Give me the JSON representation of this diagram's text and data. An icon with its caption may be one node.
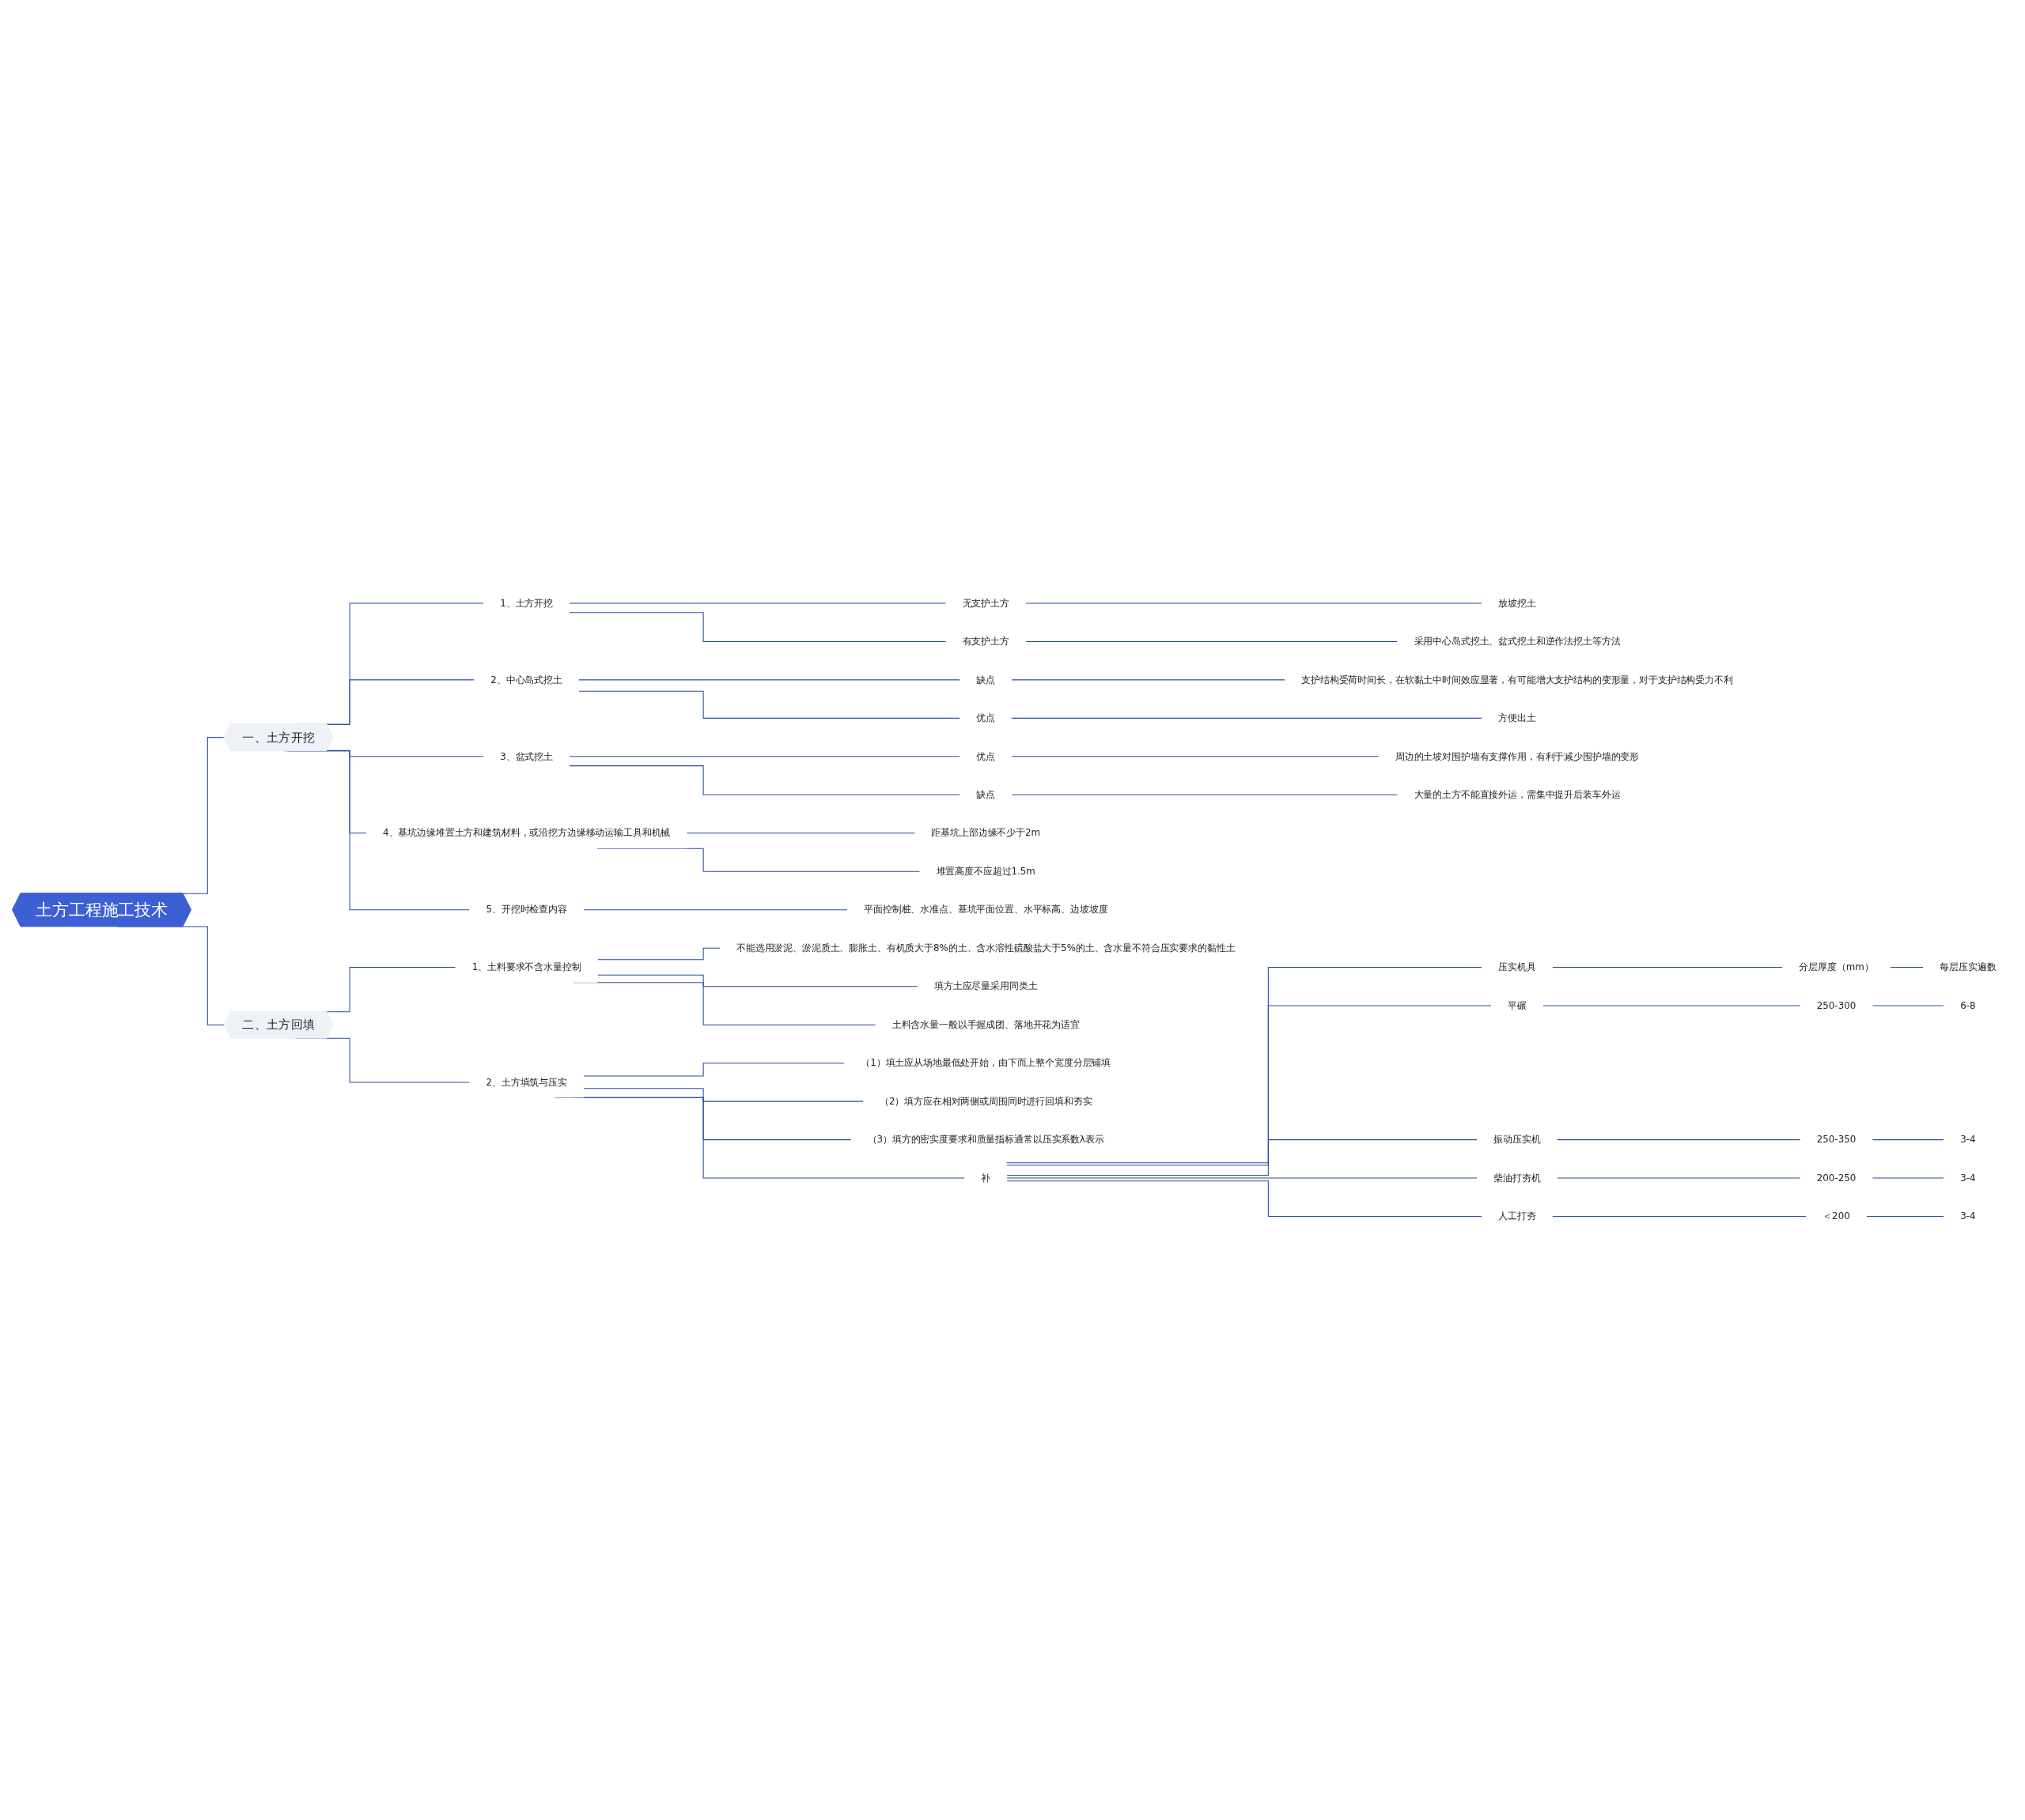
{
  "diagram": {
    "nodes": [
      {
        "text": [
          "土方工程施工技术"
        ]
      },
      {
        "text": [
          "一、土方开挖"
        ]
      },
      {
        "text": [
          "1、土方开挖"
        ]
      },
      {
        "text": [
          "无支护土方"
        ]
      },
      {
        "text": [
          "放坡挖土"
        ]
      },
      {
        "text": [
          "有支护土方"
        ]
      },
      {
        "text": [
          "采用中心岛式挖土、盆式挖土和逆作法挖土等方法"
        ]
      },
      {
        "text": [
          "2、中心岛式挖土"
        ]
      },
      {
        "text": [
          "缺点"
        ]
      },
      {
        "text": [
          "支护结构受荷时间长，在软黏土中时间效应显著，有可能增大支护结构的变形量，对于支护结构受力不利"
        ]
      },
      {
        "text": [
          "优点"
        ]
      },
      {
        "text": [
          "方便出土"
        ]
      },
      {
        "text": [
          "3、盆式挖土"
        ]
      },
      {
        "text": [
          "优点"
        ]
      },
      {
        "text": [
          "周边的土坡对围护墙有支撑作用，有利于减少围护墙的变形"
        ]
      },
      {
        "text": [
          "缺点"
        ]
      },
      {
        "text": [
          "大量的土方不能直接外运，需集中提升后装车外运"
        ]
      },
      {
        "text": [
          "4、基坑边缘堆置土方和建筑材料，或沿挖方边缘移动运输工具和机械"
        ]
      },
      {
        "text": [
          "距基坑上部边缘不少于2m"
        ]
      },
      {
        "text": [
          "堆置高度不应超过1.5m"
        ]
      },
      {
        "text": [
          "5、开挖时检查内容"
        ]
      },
      {
        "text": [
          "平面控制桩、水准点、基坑平面位置、水平标高、边坡坡度"
        ]
      },
      {
        "text": [
          "二、土方回填"
        ]
      },
      {
        "text": [
          "1、土料要求不含水量控制"
        ]
      },
      {
        "text": [
          "不能选用淤泥、淤泥质土、膨胀土、有机质大于8%的土、含水溶性硫酸盐大于5%的土、含水量不符合压实要求的黏性土"
        ]
      },
      {
        "text": [
          "填方土应尽量采用同类土"
        ]
      },
      {
        "text": [
          "土料含水量一般以手握成团、落地开花为适宜"
        ]
      },
      {
        "text": [
          "2、土方填筑与压实"
        ]
      },
      {
        "text": [
          "（1）填土应从场地最低处开始，由下而上整个宽度分层铺填"
        ]
      },
      {
        "text": [
          "（2）填方应在相对两侧或周围同时进行回填和夯实"
        ]
      },
      {
        "text": [
          "（3）填方的密实度要求和质量指标通常以压实系数λ表示"
        ]
      },
      {
        "text": [
          "补"
        ]
      },
      {
        "text": [
          "压实机具"
        ]
      },
      {
        "text": [
          "分层厚度（mm）"
        ]
      },
      {
        "text": [
          "每层压实遍数"
        ]
      },
      {
        "text": [
          "平碾"
        ]
      },
      {
        "text": [
          "250-300"
        ]
      },
      {
        "text": [
          "6-8"
        ]
      },
      {
        "text": [
          "振动压实机"
        ]
      },
      {
        "text": [
          "250-350"
        ]
      },
      {
        "text": [
          "3-4"
        ]
      },
      {
        "text": [
          "柴油打夯机"
        ]
      },
      {
        "text": [
          "200-250"
        ]
      },
      {
        "text": [
          "3-4"
        ]
      },
      {
        "text": [
          "人工打夯"
        ]
      },
      {
        "text": [
          "＜200"
        ]
      },
      {
        "text": [
          "3-4"
        ]
      }
    ],
    "edges": [
      {
        "from": 0,
        "to": 1,
        "arrow": "none"
      },
      {
        "from": 1,
        "to": 2,
        "arrow": "none"
      },
      {
        "from": 2,
        "to": 3,
        "arrow": "none"
      },
      {
        "from": 3,
        "to": 4,
        "arrow": "none"
      },
      {
        "from": 2,
        "to": 5,
        "arrow": "none"
      },
      {
        "from": 5,
        "to": 6,
        "arrow": "none"
      },
      {
        "from": 1,
        "to": 7,
        "arrow": "none"
      },
      {
        "from": 7,
        "to": 8,
        "arrow": "none"
      },
      {
        "from": 8,
        "to": 9,
        "arrow": "none"
      },
      {
        "from": 7,
        "to": 10,
        "arrow": "none"
      },
      {
        "from": 10,
        "to": 11,
        "arrow": "none"
      },
      {
        "from": 1,
        "to": 12,
        "arrow": "none"
      },
      {
        "from": 12,
        "to": 13,
        "arrow": "none"
      },
      {
        "from": 13,
        "to": 14,
        "arrow": "none"
      },
      {
        "from": 12,
        "to": 15,
        "arrow": "none"
      },
      {
        "from": 15,
        "to": 16,
        "arrow": "none"
      },
      {
        "from": 1,
        "to": 17,
        "arrow": "none"
      },
      {
        "from": 17,
        "to": 18,
        "arrow": "none"
      },
      {
        "from": 17,
        "to": 19,
        "arrow": "none"
      },
      {
        "from": 1,
        "to": 20,
        "arrow": "none"
      },
      {
        "from": 20,
        "to": 21,
        "arrow": "none"
      },
      {
        "from": 0,
        "to": 22,
        "arrow": "none"
      },
      {
        "from": 22,
        "to": 23,
        "arrow": "none"
      },
      {
        "from": 23,
        "to": 24,
        "arrow": "none"
      },
      {
        "from": 23,
        "to": 25,
        "arrow": "none"
      },
      {
        "from": 23,
        "to": 26,
        "arrow": "none"
      },
      {
        "from": 22,
        "to": 27,
        "arrow": "none"
      },
      {
        "from": 27,
        "to": 28,
        "arrow": "none"
      },
      {
        "from": 27,
        "to": 29,
        "arrow": "none"
      },
      {
        "from": 27,
        "to": 30,
        "arrow": "none"
      },
      {
        "from": 27,
        "to": 31,
        "arrow": "none"
      },
      {
        "from": 31,
        "to": 32,
        "arrow": "none"
      },
      {
        "from": 32,
        "to": 33,
        "arrow": "none"
      },
      {
        "from": 33,
        "to": 34,
        "arrow": "none"
      },
      {
        "from": 31,
        "to": 35,
        "arrow": "none"
      },
      {
        "from": 35,
        "to": 36,
        "arrow": "none"
      },
      {
        "from": 36,
        "to": 37,
        "arrow": "none"
      },
      {
        "from": 31,
        "to": 38,
        "arrow": "none"
      },
      {
        "from": 38,
        "to": 39,
        "arrow": "none"
      },
      {
        "from": 39,
        "to": 40,
        "arrow": "none"
      },
      {
        "from": 31,
        "to": 41,
        "arrow": "none"
      },
      {
        "from": 41,
        "to": 42,
        "arrow": "none"
      },
      {
        "from": 42,
        "to": 43,
        "arrow": "none"
      },
      {
        "from": 31,
        "to": 44,
        "arrow": "none"
      },
      {
        "from": 44,
        "to": 45,
        "arrow": "none"
      },
      {
        "from": 45,
        "to": 46,
        "arrow": "none"
      }
    ]
  }
}
